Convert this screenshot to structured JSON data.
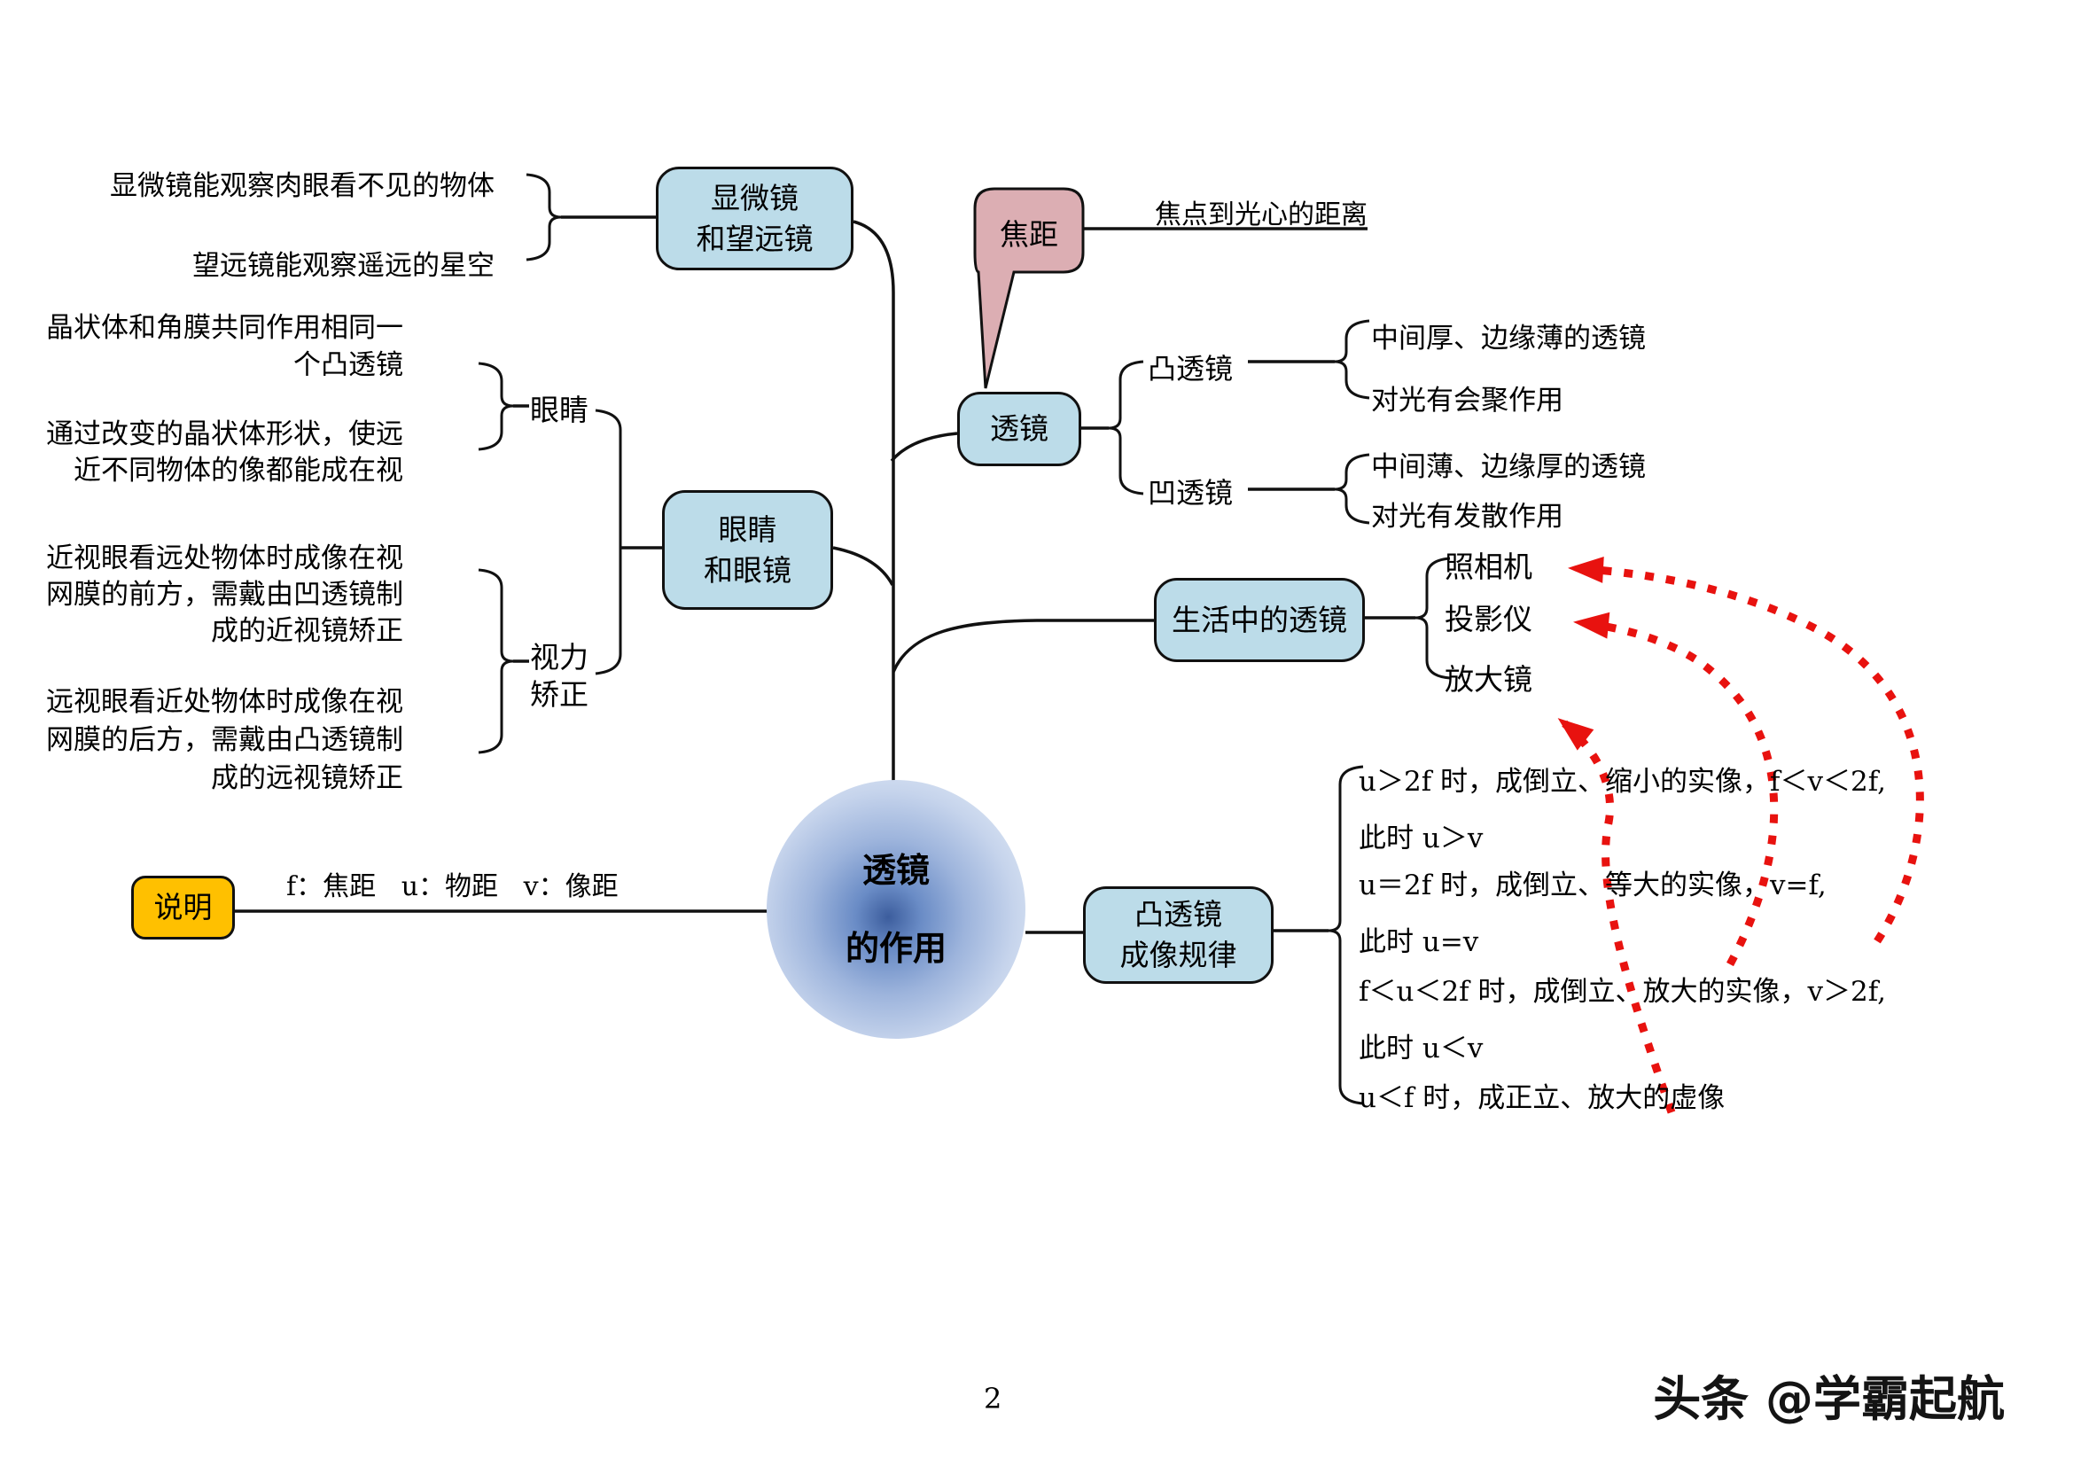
{
  "page": {
    "number": "2",
    "watermark": "头条 @学霸起航"
  },
  "colors": {
    "node_fill": "#bcdce9",
    "callout_fill": "#dcaeb3",
    "note_fill": "#ffc000",
    "arrow_red": "#e8120f",
    "center_gradient_core": "#3c5d9d"
  },
  "center": {
    "line1": "透镜",
    "line2": "的作用"
  },
  "nodes": {
    "micro_tele": {
      "label1": "显微镜",
      "label2": "和望远镜",
      "item1": "显微镜能观察肉眼看不见的物体",
      "item2": "望远镜能观察遥远的星空"
    },
    "lens": {
      "label": "透镜",
      "callout": "焦距",
      "callout_desc": "焦点到光心的距离",
      "convex": {
        "label": "凸透镜",
        "desc1": "中间厚、边缘薄的透镜",
        "desc2": "对光有会聚作用"
      },
      "concave": {
        "label": "凹透镜",
        "desc1": "中间薄、边缘厚的透镜",
        "desc2": "对光有发散作用"
      }
    },
    "eye": {
      "label1": "眼睛",
      "label2": "和眼镜",
      "eye_branch": {
        "label": "眼睛",
        "p1l1": "晶状体和角膜共同作用相同一",
        "p1l2": "个凸透镜",
        "p2l1": "通过改变的晶状体形状，使远",
        "p2l2": "近不同物体的像都能成在视"
      },
      "vision": {
        "label1": "视力",
        "label2": "矫正",
        "p1l1": "近视眼看远处物体时成像在视",
        "p1l2": "网膜的前方，需戴由凹透镜制",
        "p1l3": "成的近视镜矫正",
        "p2l1": "远视眼看近处物体时成像在视",
        "p2l2": "网膜的后方，需戴由凸透镜制",
        "p2l3": "成的远视镜矫正"
      }
    },
    "life": {
      "label": "生活中的透镜",
      "items": [
        "照相机",
        "投影仪",
        "放大镜"
      ]
    },
    "imaging": {
      "label1": "凸透镜",
      "label2": "成像规律",
      "rules": [
        {
          "l1": "u＞2f 时，成倒立、缩小的实像，f＜v＜2f,",
          "l2": "此时 u＞v"
        },
        {
          "l1": "u＝2f 时，成倒立、等大的实像，v=f,",
          "l2": "此时 u=v"
        },
        {
          "l1": "f＜u＜2f 时，成倒立、放大的实像，v＞2f,",
          "l2": "此时 u＜v"
        },
        {
          "l1": "u＜f 时，成正立、放大的虚像",
          "l2": ""
        }
      ]
    },
    "note": {
      "label": "说明",
      "legend": "f：焦距   u：物距   v：像距"
    }
  }
}
